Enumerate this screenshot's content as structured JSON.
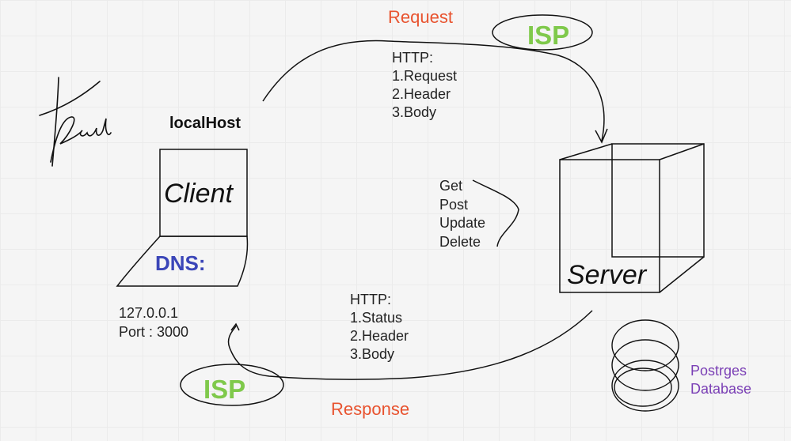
{
  "request": {
    "label": "Request",
    "isp": "ISP",
    "http": [
      "HTTP:",
      "1.Request",
      "2.Header",
      "3.Body"
    ]
  },
  "response": {
    "label": "Response",
    "isp": "ISP",
    "http": [
      "HTTP:",
      "1.Status",
      "2.Header",
      "3.Body"
    ]
  },
  "client": {
    "host_label": "localHost",
    "name": "Client",
    "dns": "DNS:",
    "address": [
      "127.0.0.1",
      "Port : 3000"
    ]
  },
  "methods": [
    "Get",
    "Post",
    "Update",
    "Delete"
  ],
  "server": {
    "name": "Server"
  },
  "database": {
    "lines": [
      "Postrges",
      "Database"
    ]
  },
  "colors": {
    "red_text": "#e8532f",
    "isp_green": "#7fc94b",
    "dns_blue": "#3b46b8",
    "db_purple": "#7a3fb5",
    "ink": "#222222"
  }
}
